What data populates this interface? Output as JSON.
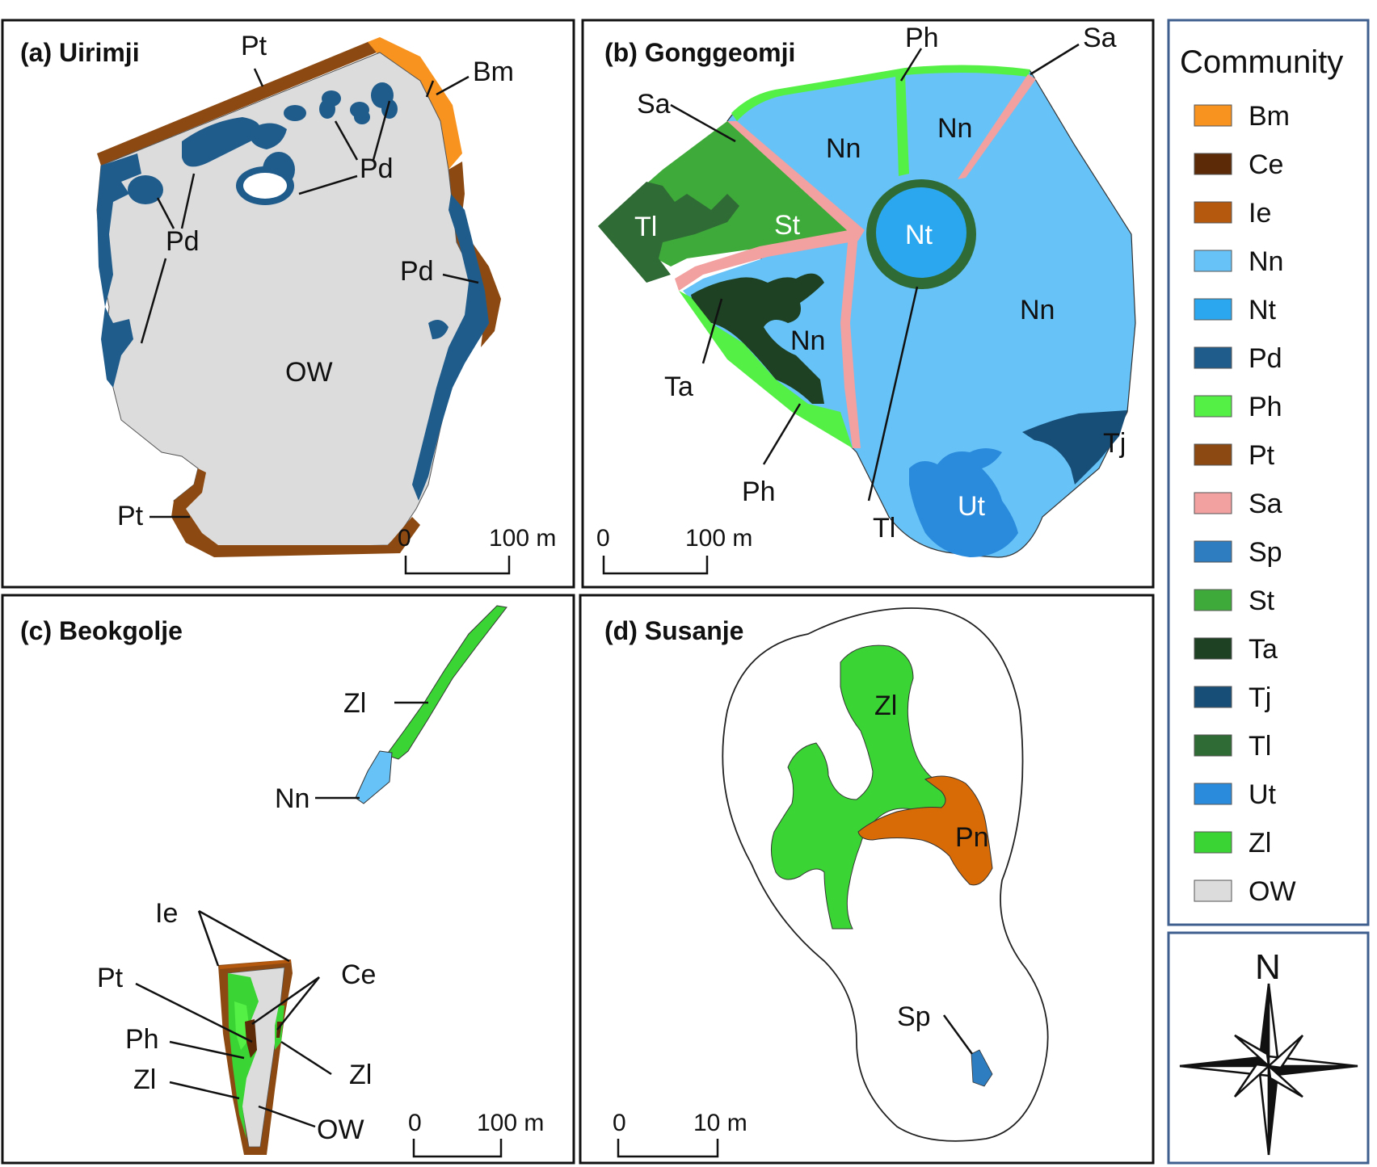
{
  "panels": {
    "a": {
      "title": "(a) Uirimji",
      "labels": {
        "pt_top": "Pt",
        "bm": "Bm",
        "pd_top": "Pd",
        "pd_left": "Pd",
        "pd_right": "Pd",
        "ow": "OW",
        "pt_bottom": "Pt"
      },
      "scale": {
        "zero": "0",
        "end": "100 m"
      }
    },
    "b": {
      "title": "(b) Gonggeomji",
      "labels": {
        "ph_top": "Ph",
        "sa_right": "Sa",
        "sa_left": "Sa",
        "nn_1": "Nn",
        "nn_2": "Nn",
        "nn_3": "Nn",
        "nn_4": "Nn",
        "nt": "Nt",
        "tl_left": "Tl",
        "st": "St",
        "ta": "Ta",
        "ph_bottom": "Ph",
        "tl_bottom": "Tl",
        "ut": "Ut",
        "tj": "Tj"
      },
      "scale": {
        "zero": "0",
        "end": "100 m"
      }
    },
    "c": {
      "title": "(c) Beokgolje",
      "labels": {
        "zl_top": "Zl",
        "nn": "Nn",
        "ie": "Ie",
        "pt": "Pt",
        "ce": "Ce",
        "ph": "Ph",
        "zl_right": "Zl",
        "zl_left": "Zl",
        "ow": "OW"
      },
      "scale": {
        "zero": "0",
        "end": "100 m"
      }
    },
    "d": {
      "title": "(d) Susanje",
      "labels": {
        "zl": "Zl",
        "pn": "Pn",
        "sp": "Sp"
      },
      "scale": {
        "zero": "0",
        "end": "10 m"
      }
    }
  },
  "legend": {
    "title": "Community",
    "items": [
      {
        "code": "Bm",
        "color": "#F7931E"
      },
      {
        "code": "Ce",
        "color": "#5C2A06"
      },
      {
        "code": "Ie",
        "color": "#B5590E"
      },
      {
        "code": "Nn",
        "color": "#66C2F7"
      },
      {
        "code": "Nt",
        "color": "#2AA7EE"
      },
      {
        "code": "Pd",
        "color": "#1F5C8C"
      },
      {
        "code": "Ph",
        "color": "#55F046"
      },
      {
        "code": "Pt",
        "color": "#8C4A12"
      },
      {
        "code": "Sa",
        "color": "#F2A0A0"
      },
      {
        "code": "Sp",
        "color": "#2E7DC0"
      },
      {
        "code": "St",
        "color": "#3EAA3A"
      },
      {
        "code": "Ta",
        "color": "#1E4023"
      },
      {
        "code": "Tj",
        "color": "#174E78"
      },
      {
        "code": "Tl",
        "color": "#2F6B34"
      },
      {
        "code": "Ut",
        "color": "#2A8ADC"
      },
      {
        "code": "Zl",
        "color": "#3AD534"
      },
      {
        "code": "OW",
        "color": "#DCDCDC"
      }
    ]
  },
  "compass": {
    "north_label": "N"
  }
}
